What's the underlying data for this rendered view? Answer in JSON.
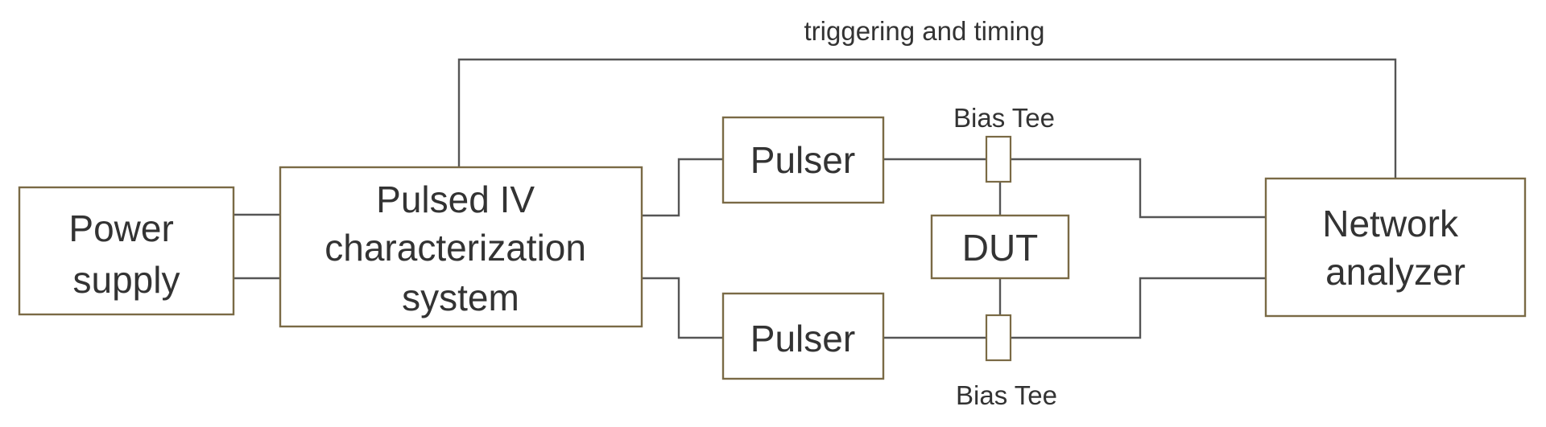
{
  "blocks": {
    "power_supply": [
      "Power",
      "supply"
    ],
    "pulsed_iv": [
      "Pulsed IV",
      "characterization",
      "system"
    ],
    "pulser_top": "Pulser",
    "pulser_bottom": "Pulser",
    "dut": "DUT",
    "network_analyzer": [
      "Network",
      "analyzer"
    ]
  },
  "labels": {
    "triggering": "triggering and timing",
    "bias_tee_top": "Bias Tee",
    "bias_tee_bottom": "Bias Tee"
  }
}
